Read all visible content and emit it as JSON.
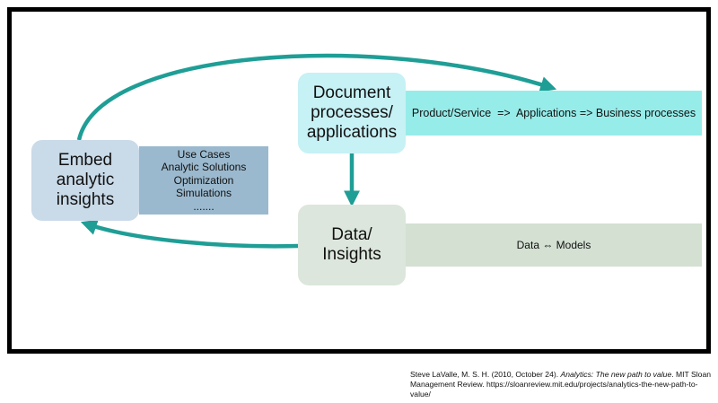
{
  "nodes": {
    "embed": {
      "lines": [
        "Embed",
        "analytic",
        "insights"
      ],
      "color": "#c9dae8"
    },
    "document": {
      "lines": [
        "Document",
        "processes/",
        "applications"
      ],
      "color": "#c6f1f5"
    },
    "data": {
      "lines": [
        "Data/",
        "Insights"
      ],
      "color": "#dce6dc"
    }
  },
  "panels": {
    "embed_details": {
      "lines": [
        "Use Cases",
        "Analytic Solutions",
        "Optimization",
        "Simulations",
        "......."
      ],
      "color": "#9bb9ce"
    },
    "document_details": {
      "text": "Product/Service  =>  Applications => Business processes",
      "color": "#96ece9"
    },
    "data_details": {
      "text": "Data ⇔ Models",
      "color": "#d3e0d2"
    }
  },
  "arrow_color": "#1f9e96",
  "citation": {
    "prefix": "Steve LaValle, M. S. H. (2010, October 24). ",
    "title": "Analytics: The new path to value",
    "suffix": ". MIT Sloan Management Review. https://sloanreview.mit.edu/projects/analytics-the-new-path-to-value/"
  }
}
